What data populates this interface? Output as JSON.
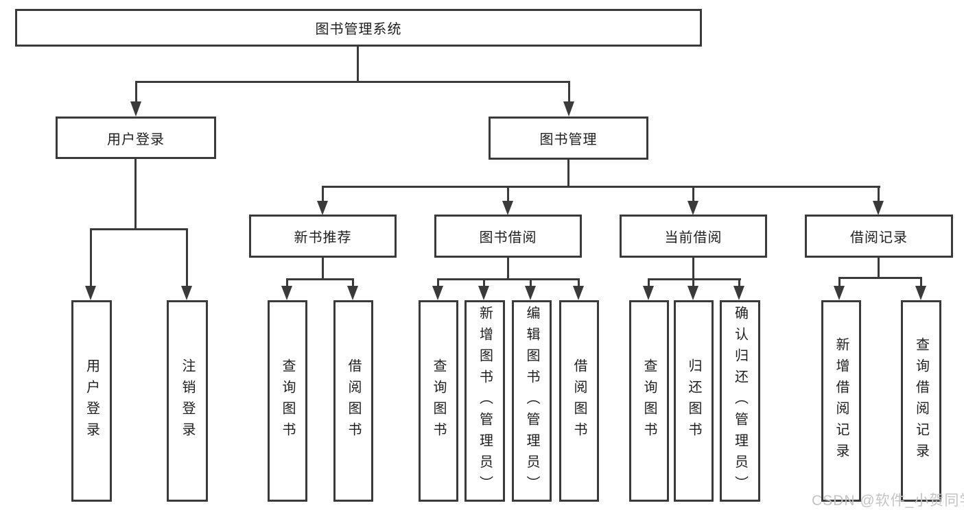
{
  "colors": {
    "line": "#3a3a3a",
    "text": "#1f1f1f",
    "background": "#ffffff",
    "watermark": "#c4c4c4"
  },
  "root": {
    "label": "图书管理系统"
  },
  "level2": {
    "user_login": {
      "label": "用户登录"
    },
    "book_mgmt": {
      "label": "图书管理"
    }
  },
  "level3": {
    "new_books": {
      "label": "新书推荐"
    },
    "borrowing": {
      "label": "图书借阅"
    },
    "current": {
      "label": "当前借阅"
    },
    "records": {
      "label": "借阅记录"
    }
  },
  "leaves": {
    "login": {
      "label": "用户登录"
    },
    "logout": {
      "label": "注销登录"
    },
    "nb_query": {
      "label": "查询图书"
    },
    "nb_borrow": {
      "label": "借阅图书"
    },
    "bw_query": {
      "label": "查询图书"
    },
    "bw_add": {
      "label": "新增图书（管理员）"
    },
    "bw_edit": {
      "label": "编辑图书（管理员）"
    },
    "bw_borrow": {
      "label": "借阅图书"
    },
    "cur_query": {
      "label": "查询图书"
    },
    "cur_return": {
      "label": "归还图书"
    },
    "cur_confirm": {
      "label": "确认归还（管理员）"
    },
    "rec_add": {
      "label": "新增借阅记录"
    },
    "rec_query": {
      "label": "查询借阅记录"
    }
  },
  "watermark": {
    "text": "CSDN @软件_小贺同学"
  }
}
